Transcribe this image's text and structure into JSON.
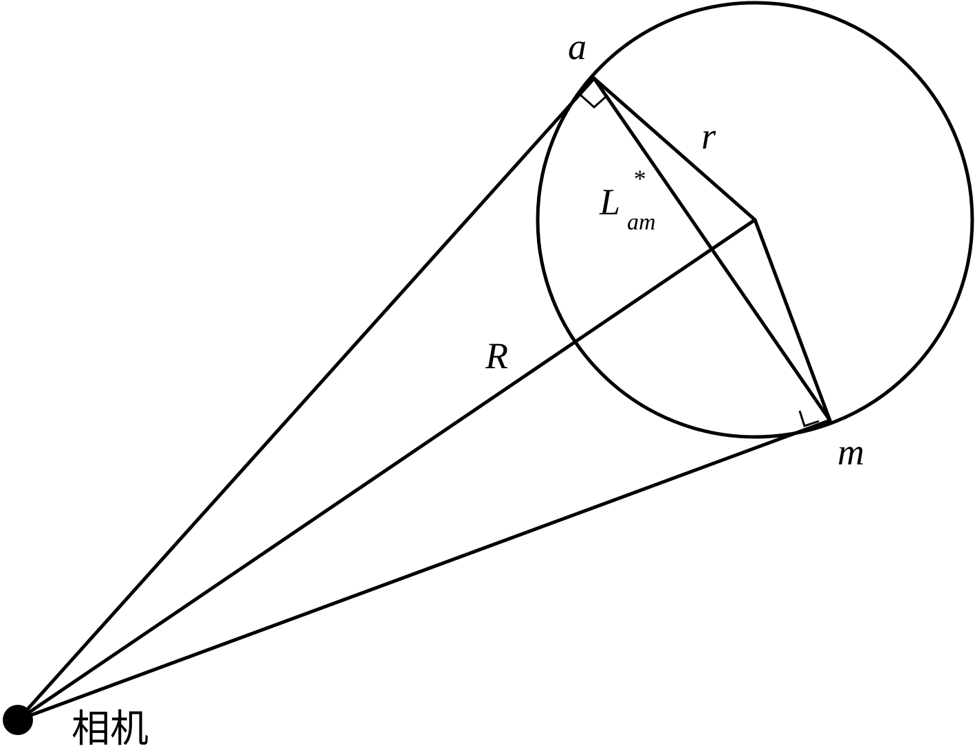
{
  "labels": {
    "point_a": "a",
    "point_m": "m",
    "radius_r": "r",
    "distance_R": "R",
    "chord_main": "L",
    "chord_superscript": "*",
    "chord_subscript": "am",
    "camera": "相机"
  },
  "colors": {
    "stroke": "#000000",
    "background": "#ffffff"
  }
}
